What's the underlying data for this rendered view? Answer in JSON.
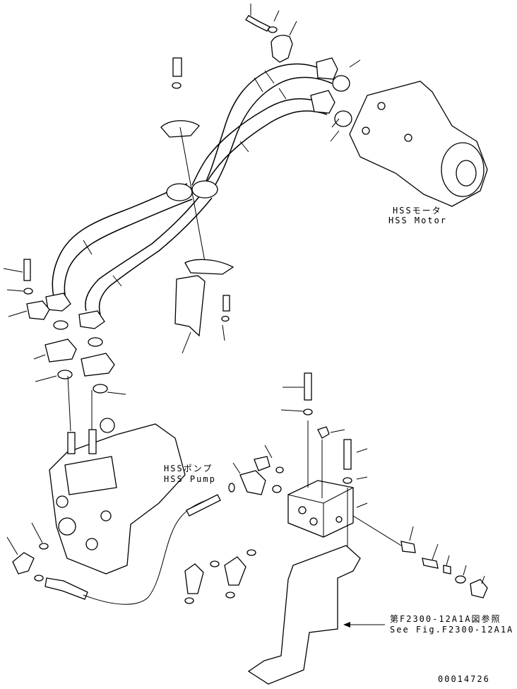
{
  "labels": {
    "motor_jp": "HSSモータ",
    "motor_en": "HSS Motor",
    "pump_jp": "HSSポンプ",
    "pump_en": "HSS Pump",
    "ref_jp": "第F2300-12A1A図参照",
    "ref_en": "See Fig.F2300-12A1A",
    "drawing_number": "00014726"
  }
}
